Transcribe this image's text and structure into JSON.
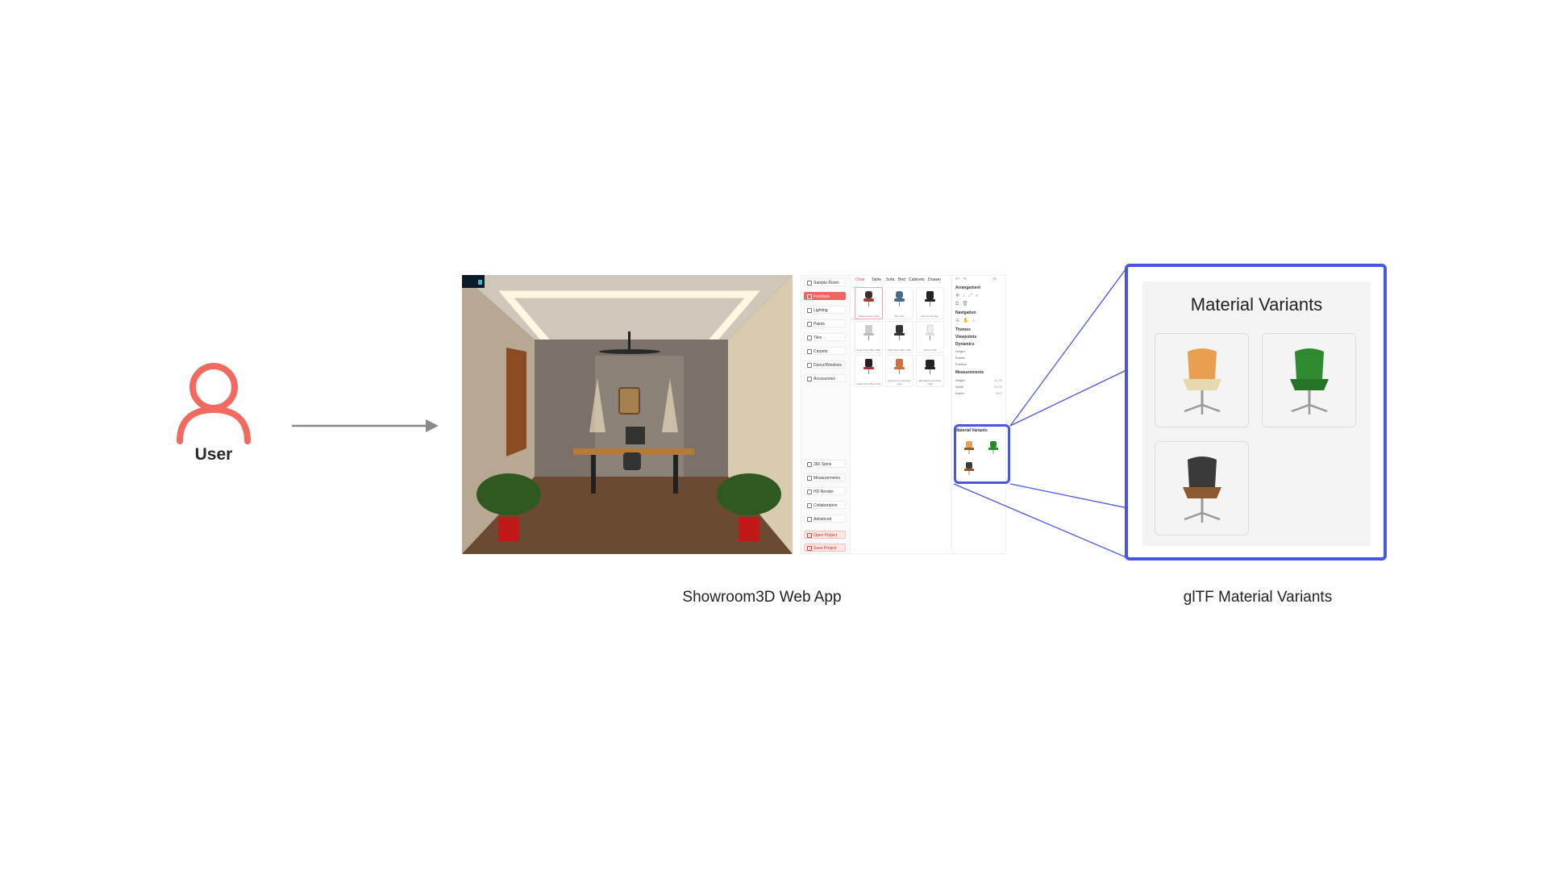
{
  "user": {
    "label": "User",
    "icon": "user-icon",
    "color": "#f06a5f"
  },
  "app": {
    "caption": "Showroom3D Web App",
    "sidebar": {
      "items": [
        "Sample Room",
        "Furniture",
        "Lighting",
        "Paints",
        "Tiles",
        "Carpets",
        "Doors/Windows",
        "Accessories"
      ],
      "bottom_items": [
        "360 Spins",
        "Measurements",
        "HD Render",
        "Collaboration",
        "Advanced"
      ],
      "project_items": [
        "Open Project",
        "Save Project"
      ]
    },
    "tabs": [
      "Chair",
      "Table",
      "Sofa",
      "Bed",
      "Cabinets",
      "Drawer"
    ],
    "products": [
      "Swivel accent chair",
      "Bar chair",
      "Ergonomic chair",
      "Ergonomic office chair",
      "High back office chair",
      "Accent chair",
      "Ergonomic office chair",
      "Ergonomic executive chair",
      "Managerial executive chair"
    ],
    "right_panel": {
      "arrangement": "Arrangement",
      "navigation": "Navigation",
      "themes": "Themes",
      "viewpoints": "Viewpoints",
      "dynamics": "Dynamics",
      "dynamics_rows": [
        "Height",
        "Rotate",
        "Position"
      ],
      "measurements": "Measurements",
      "measure_rows": [
        [
          "Height",
          "31.25"
        ],
        [
          "Width",
          "25.00"
        ],
        [
          "Depth",
          "28.0"
        ]
      ],
      "material_variants": "Material Variants"
    }
  },
  "zoom": {
    "title": "Material Variants",
    "caption": "glTF Material Variants",
    "variants": [
      {
        "name": "orange",
        "color": "#e8a050"
      },
      {
        "name": "green",
        "color": "#2f8a2f"
      },
      {
        "name": "black",
        "color": "#3a3a3a"
      }
    ],
    "accent": "#4757e4"
  }
}
